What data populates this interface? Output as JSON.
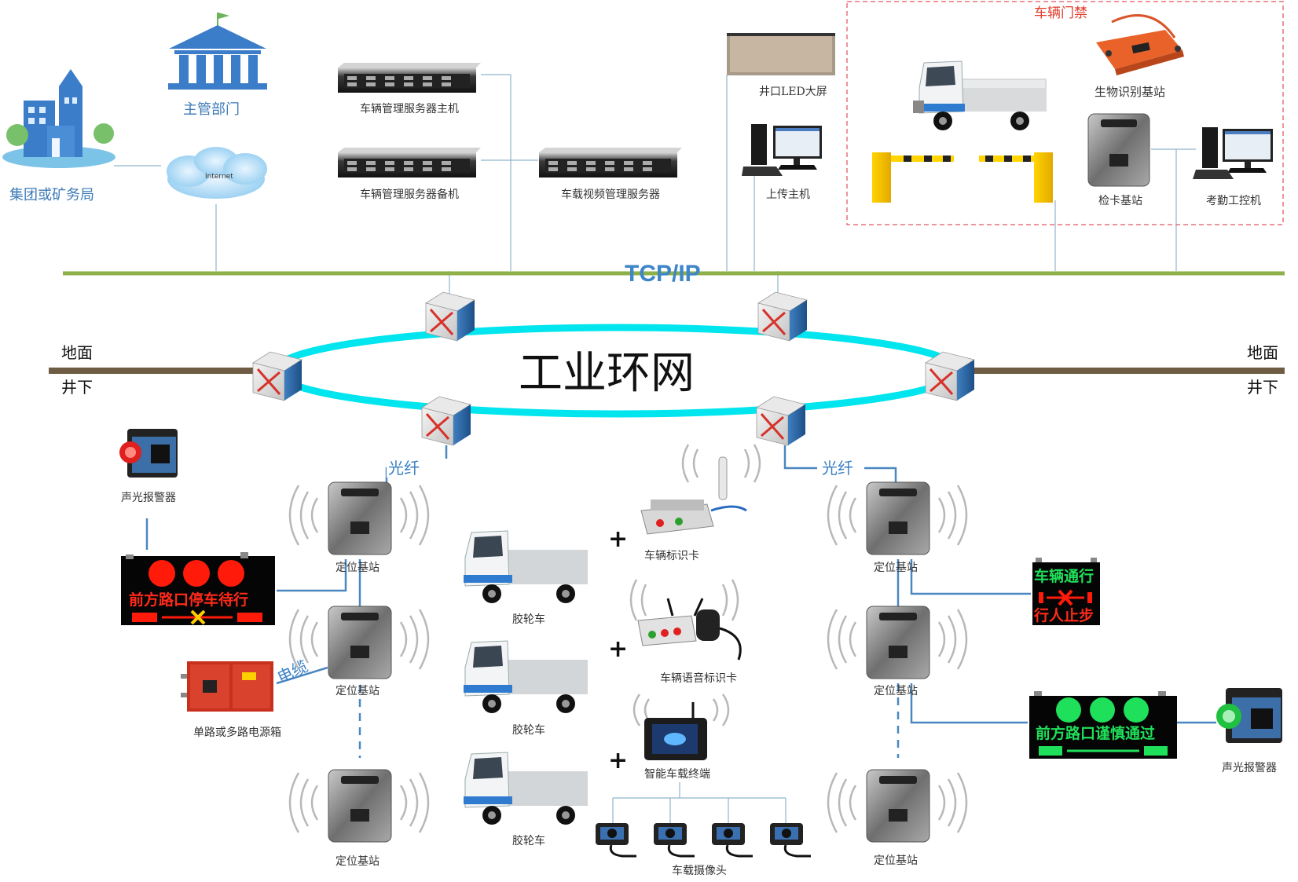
{
  "title": "工业环网",
  "network_label": "TCP/IP",
  "ground": {
    "above": "地面",
    "below": "井下"
  },
  "above_ground": {
    "group_bureau": "集团或矿务局",
    "internet": "Internet",
    "authority": "主管部门",
    "server_main": "车辆管理服务器主机",
    "server_backup": "车辆管理服务器备机",
    "video_server": "车载视频管理服务器",
    "led_screen": "井口LED大屏",
    "upload_host": "上传主机"
  },
  "gate": {
    "title": "车辆门禁",
    "bio_station": "生物识别基站",
    "card_station": "检卡基站",
    "attendance_pc": "考勤工控机"
  },
  "underground": {
    "fiber_left": "光纤",
    "fiber_right": "光纤",
    "cable": "电缆",
    "locator": "定位基站",
    "alarm_left": "声光报警器",
    "alarm_right": "声光报警器",
    "power_box": "单路或多路电源箱",
    "truck": "胶轮车",
    "vehicle_card": "车辆标识卡",
    "voice_card": "车辆语音标识卡",
    "terminal": "智能车载终端",
    "camera": "车载摄像头",
    "sign_stop": "前方路口停车待行",
    "sign_caution": "前方路口谨慎通过",
    "sign_pass_top": "车辆通行",
    "sign_pass_bottom": "行人止步"
  },
  "colors": {
    "ring": "#00e5ee",
    "tcp_line": "#8db04a",
    "ground_line": "#6f5c44",
    "gate_border": "#e8707a",
    "blue_line": "#4a87c0"
  }
}
